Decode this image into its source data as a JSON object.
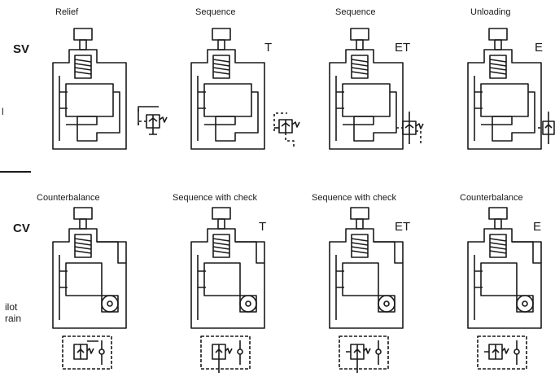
{
  "rows": [
    {
      "tag": "SV",
      "side_text": [
        "l"
      ],
      "valves": [
        {
          "caption": "Relief",
          "letter": "",
          "symbol": "pilot-relief"
        },
        {
          "caption": "Sequence",
          "letter": "T",
          "symbol": "pilot-sequence"
        },
        {
          "caption": "Sequence",
          "letter": "ET",
          "symbol": "external-sequence"
        },
        {
          "caption": "Unloading",
          "letter": "E",
          "symbol": "external-unloading"
        }
      ]
    },
    {
      "tag": "CV",
      "side_text": [
        "ilot",
        "rain"
      ],
      "valves": [
        {
          "caption": "Counterbalance",
          "letter": "",
          "symbol": "check-circuit"
        },
        {
          "caption": "Sequence with check",
          "letter": "T",
          "symbol": "check-circuit"
        },
        {
          "caption": "Sequence with check",
          "letter": "ET",
          "symbol": "check-circuit"
        },
        {
          "caption": "Counterbalance",
          "letter": "E",
          "symbol": "check-circuit"
        }
      ]
    }
  ],
  "colors": {
    "ink": "#1a1a1a",
    "paper": "#ffffff"
  }
}
